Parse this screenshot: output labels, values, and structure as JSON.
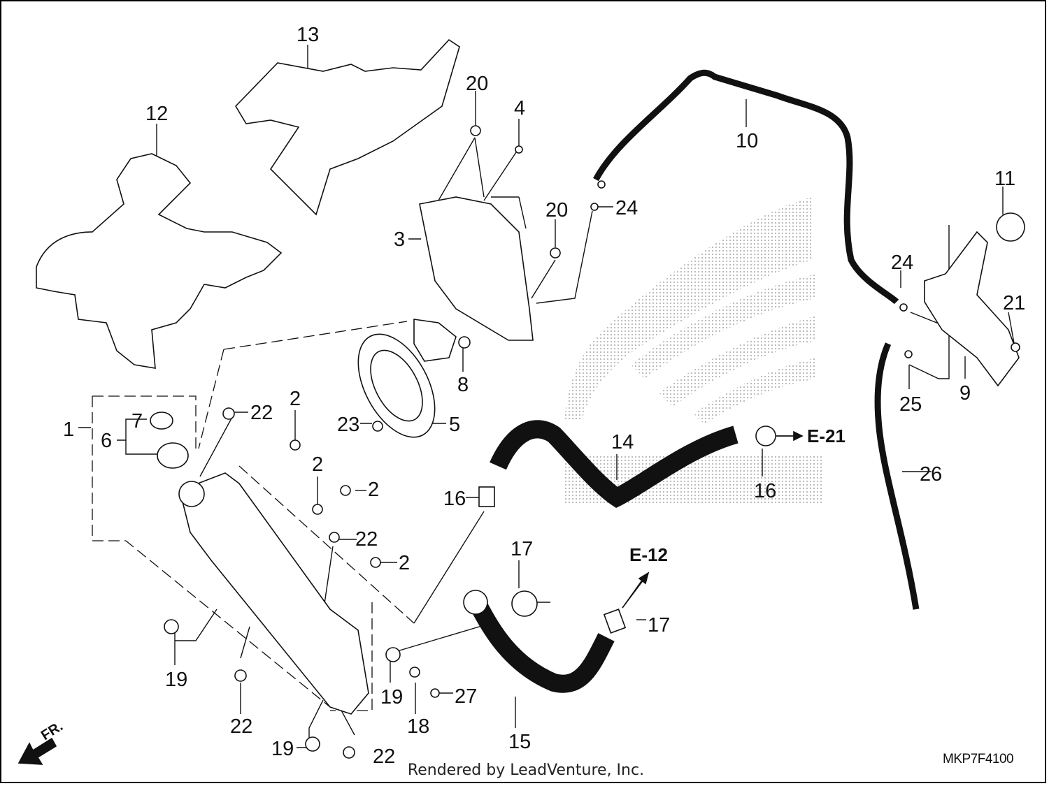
{
  "diagram": {
    "callouts": [
      {
        "id": "c1",
        "label": "1"
      },
      {
        "id": "c2a",
        "label": "2"
      },
      {
        "id": "c2b",
        "label": "2"
      },
      {
        "id": "c2c",
        "label": "2"
      },
      {
        "id": "c2d",
        "label": "2"
      },
      {
        "id": "c3",
        "label": "3"
      },
      {
        "id": "c4",
        "label": "4"
      },
      {
        "id": "c5",
        "label": "5"
      },
      {
        "id": "c6",
        "label": "6"
      },
      {
        "id": "c7",
        "label": "7"
      },
      {
        "id": "c8",
        "label": "8"
      },
      {
        "id": "c9",
        "label": "9"
      },
      {
        "id": "c10",
        "label": "10"
      },
      {
        "id": "c11",
        "label": "11"
      },
      {
        "id": "c12",
        "label": "12"
      },
      {
        "id": "c13",
        "label": "13"
      },
      {
        "id": "c14",
        "label": "14"
      },
      {
        "id": "c15",
        "label": "15"
      },
      {
        "id": "c16a",
        "label": "16"
      },
      {
        "id": "c16b",
        "label": "16"
      },
      {
        "id": "c17a",
        "label": "17"
      },
      {
        "id": "c17b",
        "label": "17"
      },
      {
        "id": "c18",
        "label": "18"
      },
      {
        "id": "c19a",
        "label": "19"
      },
      {
        "id": "c19b",
        "label": "19"
      },
      {
        "id": "c19c",
        "label": "19"
      },
      {
        "id": "c20a",
        "label": "20"
      },
      {
        "id": "c20b",
        "label": "20"
      },
      {
        "id": "c21",
        "label": "21"
      },
      {
        "id": "c22a",
        "label": "22"
      },
      {
        "id": "c22b",
        "label": "22"
      },
      {
        "id": "c22c",
        "label": "22"
      },
      {
        "id": "c22d",
        "label": "22"
      },
      {
        "id": "c23",
        "label": "23"
      },
      {
        "id": "c24a",
        "label": "24"
      },
      {
        "id": "c24b",
        "label": "24"
      },
      {
        "id": "c25",
        "label": "25"
      },
      {
        "id": "c26",
        "label": "26"
      },
      {
        "id": "c27",
        "label": "27"
      }
    ],
    "refs": {
      "e21": "E-21",
      "e12": "E-12"
    },
    "direction_label": "FR.",
    "diagram_code": "MKP7F4100",
    "watermark_colors": {
      "logo": "#c8c8c8",
      "lines": "#111111"
    }
  },
  "footer": {
    "credit": "Rendered by LeadVenture, Inc."
  }
}
